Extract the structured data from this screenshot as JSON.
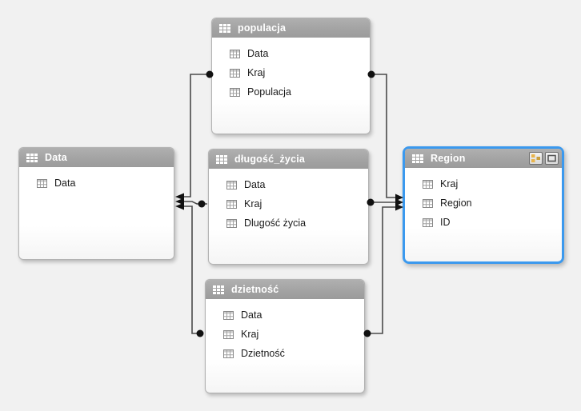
{
  "app": {
    "view_name": "diagram-view",
    "description": "Data model diagram with table relationships"
  },
  "colors": {
    "canvas_background": "#f1f1f1",
    "table_header_gray": "#a3a3a3",
    "selection_blue": "#3b99ee",
    "connector_dark": "#4a4a4a",
    "hierarchy_icon_gold": "#e9b54c"
  },
  "icons": {
    "table_header": "table-grid-icon",
    "field": "column-table-icon",
    "create_hierarchy": "create-hierarchy-icon",
    "maximize": "maximize-icon"
  },
  "tables": [
    {
      "id": "populacja",
      "name": "populacja",
      "selected": false,
      "fields": [
        "Data",
        "Kraj",
        "Populacja"
      ]
    },
    {
      "id": "data",
      "name": "Data",
      "selected": false,
      "fields": [
        "Data"
      ]
    },
    {
      "id": "dlugosc_zycia",
      "name": "długość_życia",
      "selected": false,
      "fields": [
        "Data",
        "Kraj",
        "Dlugość życia"
      ]
    },
    {
      "id": "region",
      "name": "Region",
      "selected": true,
      "header_buttons": [
        "create-hierarchy",
        "maximize"
      ],
      "fields": [
        "Kraj",
        "Region",
        "ID"
      ]
    },
    {
      "id": "dzietnosc",
      "name": "dzietność",
      "selected": false,
      "fields": [
        "Data",
        "Kraj",
        "Dzietność"
      ]
    }
  ],
  "relationships": [
    {
      "from": "populacja",
      "to": "Data"
    },
    {
      "from": "długość_życia",
      "to": "Data"
    },
    {
      "from": "dzietność",
      "to": "Data"
    },
    {
      "from": "populacja",
      "to": "Region"
    },
    {
      "from": "długość_życia",
      "to": "Region"
    },
    {
      "from": "dzietność",
      "to": "Region"
    }
  ]
}
